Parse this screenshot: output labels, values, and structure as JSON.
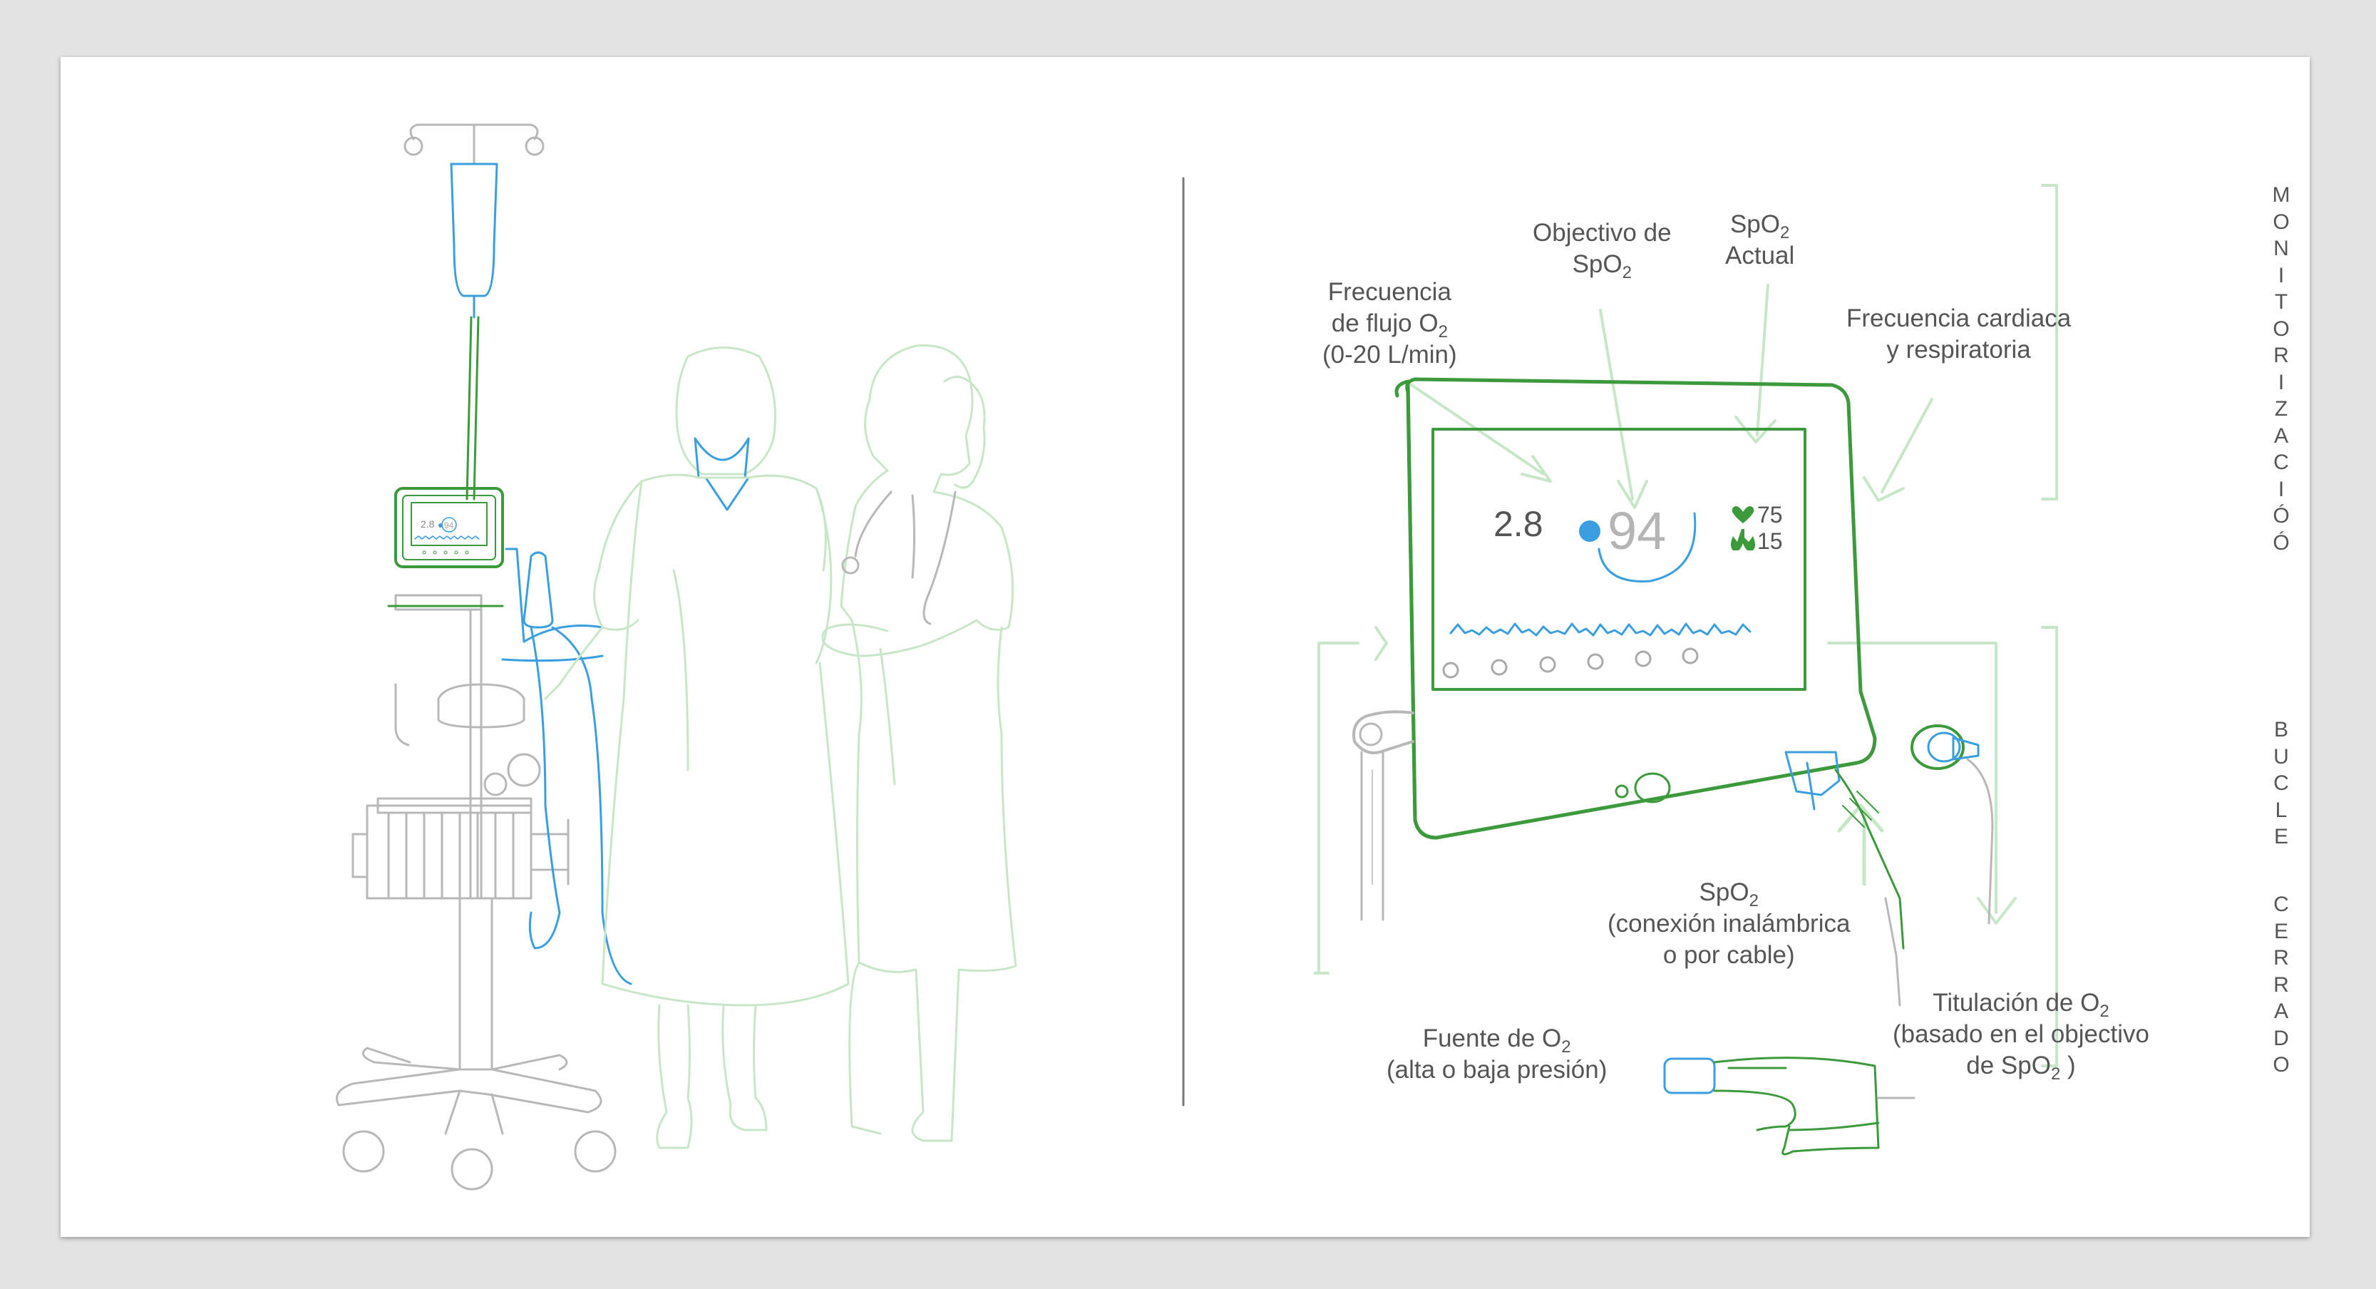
{
  "labels": {
    "flow_rate": {
      "line1": "Frecuencia",
      "line2_pre": "de flujo O",
      "line2_sub": "2",
      "line3": "(0-20 L/min)"
    },
    "target_spo2": {
      "line1": "Objectivo de",
      "line2_pre": "SpO",
      "line2_sub": "2"
    },
    "current_spo2": {
      "line1_pre": "SpO",
      "line1_sub": "2",
      "line2": "Actual"
    },
    "heart_resp": {
      "line1": "Frecuencia cardiaca",
      "line2": "y respiratoria"
    },
    "spo2_connection": {
      "line1_pre": "SpO",
      "line1_sub": "2",
      "line2": "(conexión inalámbrica",
      "line3": "o por cable)"
    },
    "o2_source": {
      "line1_pre": "Fuente de O",
      "line1_sub": "2",
      "line2": "(alta o baja presión)"
    },
    "o2_titration": {
      "line1_pre": "Titulación de O",
      "line1_sub": "2",
      "line2": "(basado en el objectivo",
      "line3_pre": "de SpO",
      "line3_sub": "2",
      "line3_post": " )"
    }
  },
  "monitor": {
    "flow_value": "2.8",
    "spo2_value": "94",
    "heart_rate": "75",
    "resp_rate": "15"
  },
  "mini_monitor": {
    "flow_value": "2.8",
    "spo2_value": "94"
  },
  "side_labels": {
    "monitoring": [
      "M",
      "O",
      "N",
      "I",
      "T",
      "O",
      "R",
      "I",
      "Z",
      "A",
      "C",
      "I",
      "Ó",
      "Ó"
    ],
    "closed_loop_1": [
      "B",
      "U",
      "C",
      "L",
      "E"
    ],
    "closed_loop_2": [
      "C",
      "E",
      "R",
      "R",
      "A",
      "D",
      "O"
    ]
  },
  "colors": {
    "green_dark": "#3c9a3c",
    "green_light": "#c8e6c8",
    "blue": "#3a9ee0",
    "gray": "#b8b8b8",
    "text": "#555555"
  }
}
